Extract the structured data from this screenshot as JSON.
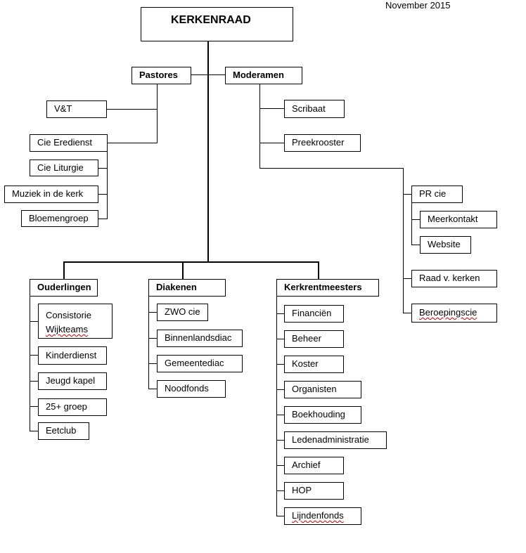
{
  "header": {
    "date": "November 2015"
  },
  "root": {
    "label": "KERKENRAAD"
  },
  "pastores": {
    "label": "Pastores",
    "items": [
      "V&T",
      "Cie Eredienst",
      "Cie Liturgie",
      "Muziek in de kerk",
      "Bloemengroep"
    ]
  },
  "moderamen": {
    "label": "Moderamen",
    "items": [
      "Scribaat",
      "Preekrooster"
    ],
    "sub": {
      "items": [
        "PR cie",
        "Meerkontakt",
        "Website",
        "Raad v. kerken",
        "Beroepingscie"
      ]
    }
  },
  "ouderlingen": {
    "label": "Ouderlingen",
    "items": [
      "Consistorie",
      "Wijkteams",
      "Kinderdienst",
      "Jeugd kapel",
      "25+ groep",
      "Eetclub"
    ]
  },
  "diakenen": {
    "label": "Diakenen",
    "items": [
      "ZWO cie",
      "Binnenlandsdiac",
      "Gemeentediac",
      "Noodfonds"
    ]
  },
  "kerkrentmeesters": {
    "label": "Kerkrentmeesters",
    "items": [
      "Financiën",
      "Beheer",
      "Koster",
      "Organisten",
      "Boekhouding",
      "Ledenadministratie",
      "Archief",
      "HOP",
      "Lijndenfonds"
    ]
  }
}
